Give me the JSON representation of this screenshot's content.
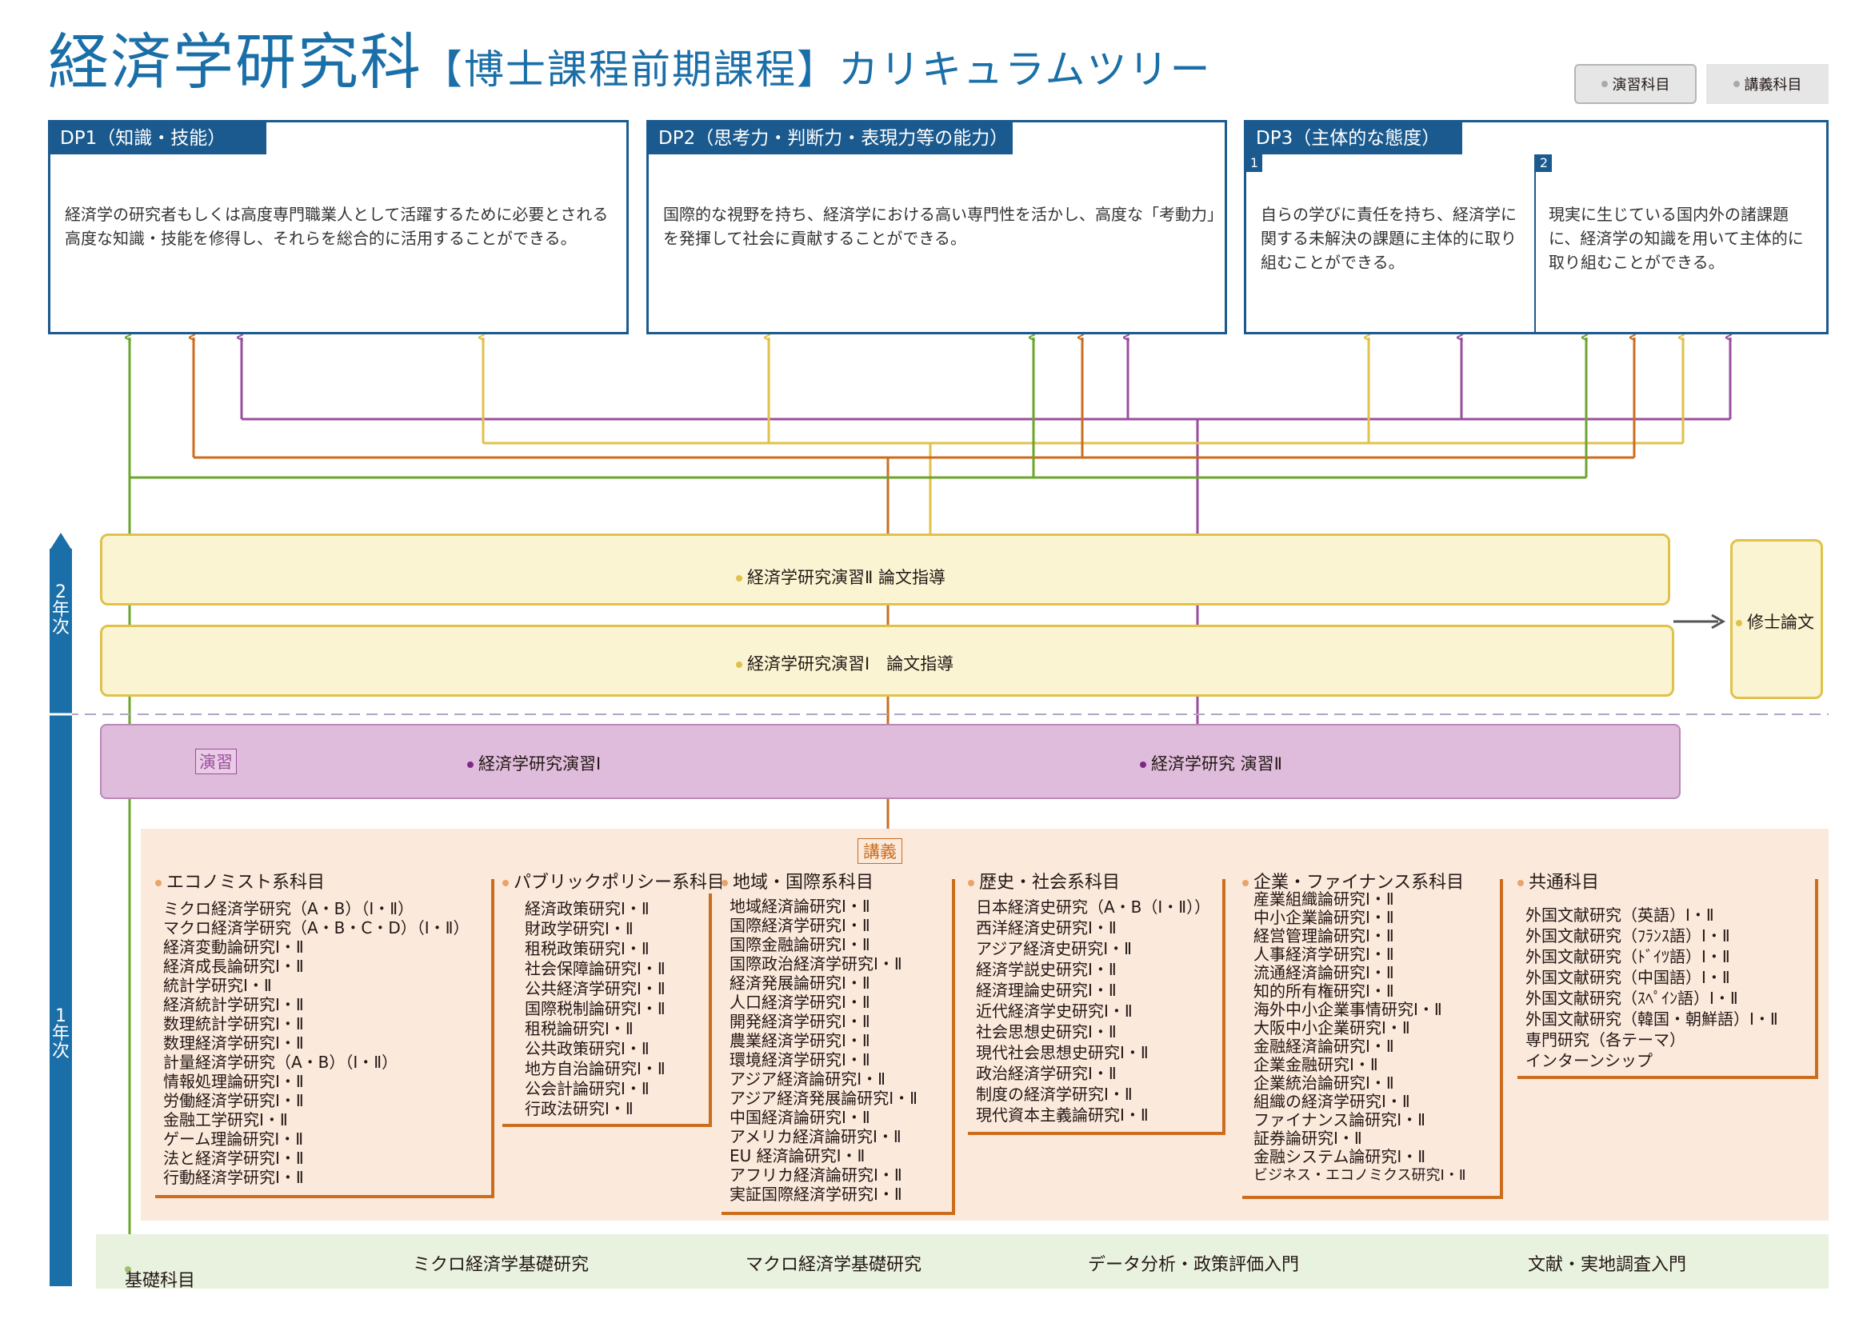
{
  "title": {
    "main": "経済学研究科",
    "sub": "【博士課程前期課程】カリキュラムツリー"
  },
  "legend": {
    "ensyu": "演習科目",
    "kogi": "講義科目"
  },
  "dp1": {
    "head": "DP1（知識・技能）",
    "text": "経済学の研究者もしくは高度専門職業人として活躍するために必要とされる高度な知識・技能を修得し、それらを総合的に活用することができる。"
  },
  "dp2": {
    "head": "DP2（思考力・判断力・表現力等の能力）",
    "text": "国際的な視野を持ち、経済学における高い専門性を活かし、高度な「考動力」を発揮して社会に貢献することができる。"
  },
  "dp3": {
    "head": "DP3（主体的な態度）",
    "num1": "1",
    "text1": "自らの学びに責任を持ち、経済学に関する未解決の課題に主体的に取り組むことができる。",
    "num2": "2",
    "text2": "現実に生じている国内外の諸課題に、経済学の知識を用いて主体的に取り組むことができる。"
  },
  "years": {
    "y2": [
      "2",
      "年",
      "次"
    ],
    "y1": [
      "1",
      "年",
      "次"
    ]
  },
  "bands": {
    "ensyu2": "経済学研究演習Ⅱ 論文指導",
    "ensyu1": "経済学研究演習Ⅰ　論文指導",
    "thesis": "修士論文"
  },
  "ensyu": {
    "tag": "演習",
    "item1": "経済学研究演習Ⅰ",
    "item2": "経済学研究 演習Ⅱ"
  },
  "kogi_tag": "講義",
  "categories": [
    {
      "title": "エコノミスト系科目",
      "items": [
        "ミクロ経済学研究（A・B）（Ⅰ・Ⅱ）",
        "マクロ経済学研究（A・B・C・D）（Ⅰ・Ⅱ）",
        "経済変動論研究Ⅰ・Ⅱ",
        "経済成長論研究Ⅰ・Ⅱ",
        "統計学研究Ⅰ・Ⅱ",
        "経済統計学研究Ⅰ・Ⅱ",
        "数理統計学研究Ⅰ・Ⅱ",
        "数理経済学研究Ⅰ・Ⅱ",
        "計量経済学研究（A・B）（Ⅰ・Ⅱ）",
        "情報処理論研究Ⅰ・Ⅱ",
        "労働経済学研究Ⅰ・Ⅱ",
        "金融工学研究Ⅰ・Ⅱ",
        "ゲーム理論研究Ⅰ・Ⅱ",
        "法と経済学研究Ⅰ・Ⅱ",
        "行動経済学研究Ⅰ・Ⅱ"
      ]
    },
    {
      "title": "パブリックポリシー系科目",
      "items": [
        "経済政策研究Ⅰ・Ⅱ",
        "財政学研究Ⅰ・Ⅱ",
        "租税政策研究Ⅰ・Ⅱ",
        "社会保障論研究Ⅰ・Ⅱ",
        "公共経済学研究Ⅰ・Ⅱ",
        "国際税制論研究Ⅰ・Ⅱ",
        "租税論研究Ⅰ・Ⅱ",
        "公共政策研究Ⅰ・Ⅱ",
        "地方自治論研究Ⅰ・Ⅱ",
        "公会計論研究Ⅰ・Ⅱ",
        "行政法研究Ⅰ・Ⅱ"
      ]
    },
    {
      "title": "地域・国際系科目",
      "items": [
        "地域経済論研究Ⅰ・Ⅱ",
        "国際経済学研究Ⅰ・Ⅱ",
        "国際金融論研究Ⅰ・Ⅱ",
        "国際政治経済学研究Ⅰ・Ⅱ",
        "経済発展論研究Ⅰ・Ⅱ",
        "人口経済学研究Ⅰ・Ⅱ",
        "開発経済学研究Ⅰ・Ⅱ",
        "農業経済学研究Ⅰ・Ⅱ",
        "環境経済学研究Ⅰ・Ⅱ",
        "アジア経済論研究Ⅰ・Ⅱ",
        "アジア経済発展論研究Ⅰ・Ⅱ",
        "中国経済論研究Ⅰ・Ⅱ",
        "アメリカ経済論研究Ⅰ・Ⅱ",
        "EU 経済論研究Ⅰ・Ⅱ",
        "アフリカ経済論研究Ⅰ・Ⅱ",
        "実証国際経済学研究Ⅰ・Ⅱ"
      ]
    },
    {
      "title": "歴史・社会系科目",
      "items": [
        "日本経済史研究（A・B（Ⅰ・Ⅱ））",
        "西洋経済史研究Ⅰ・Ⅱ",
        "アジア経済史研究Ⅰ・Ⅱ",
        "経済学説史研究Ⅰ・Ⅱ",
        "経済理論史研究Ⅰ・Ⅱ",
        "近代経済学史研究Ⅰ・Ⅱ",
        "社会思想史研究Ⅰ・Ⅱ",
        "現代社会思想史研究Ⅰ・Ⅱ",
        "政治経済学研究Ⅰ・Ⅱ",
        "制度の経済学研究Ⅰ・Ⅱ",
        "現代資本主義論研究Ⅰ・Ⅱ"
      ]
    },
    {
      "title": "企業・ファイナンス系科目",
      "items": [
        "産業組織論研究Ⅰ・Ⅱ",
        "中小企業論研究Ⅰ・Ⅱ",
        "経営管理論研究Ⅰ・Ⅱ",
        "人事経済学研究Ⅰ・Ⅱ",
        "流通経済論研究Ⅰ・Ⅱ",
        "知的所有権研究Ⅰ・Ⅱ",
        "海外中小企業事情研究Ⅰ・Ⅱ",
        "大阪中小企業研究Ⅰ・Ⅱ",
        "金融経済論研究Ⅰ・Ⅱ",
        "企業金融研究Ⅰ・Ⅱ",
        "企業統治論研究Ⅰ・Ⅱ",
        "組織の経済学研究Ⅰ・Ⅱ",
        "ファイナンス論研究Ⅰ・Ⅱ",
        "証券論研究Ⅰ・Ⅱ",
        "金融システム論研究Ⅰ・Ⅱ",
        "ビジネス・エコノミクス研究Ⅰ・Ⅱ"
      ]
    },
    {
      "title": "共通科目",
      "items": [
        "外国文献研究（英語）Ⅰ・Ⅱ",
        "外国文献研究（ﾌﾗﾝｽ語）Ⅰ・Ⅱ",
        "外国文献研究（ﾄﾞｲﾂ語）Ⅰ・Ⅱ",
        "外国文献研究（中国語）Ⅰ・Ⅱ",
        "外国文献研究（ｽﾍﾟｲﾝ語）Ⅰ・Ⅱ",
        "外国文献研究（韓国・朝鮮語）Ⅰ・Ⅱ",
        "専門研究（各テーマ）",
        "インターンシップ"
      ]
    }
  ],
  "kiso": {
    "label": "基礎科目",
    "items": [
      "ミクロ経済学基礎研究",
      "マクロ経済学基礎研究",
      "データ分析・政策評価入門",
      "文献・実地調査入門"
    ]
  },
  "colors": {
    "dp_blue": "#1b5a8e",
    "title_blue": "#1b6fa8",
    "green": "#6ea52f",
    "orange": "#cc6d1e",
    "yellow": "#e0c14a",
    "purple": "#9a4f9c",
    "kogi_bg": "#fbe9dc",
    "kiso_bg": "#e9f1df",
    "ensyu_bg": "#e0bcdc"
  }
}
